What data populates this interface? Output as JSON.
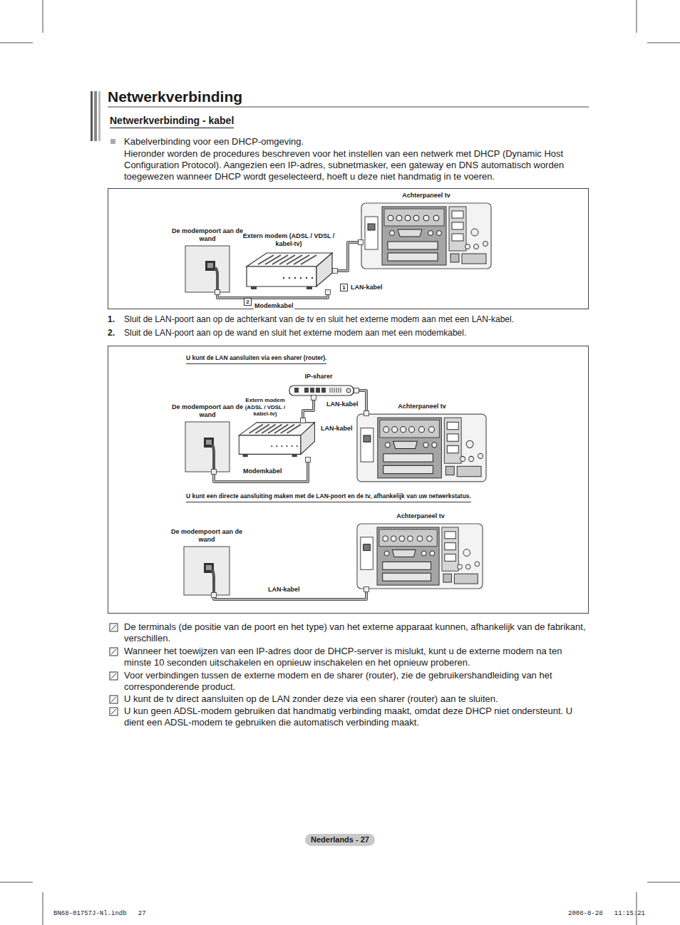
{
  "diagram": {
    "title": "Netwerkverbinding",
    "nodes": [
      {
        "text": [
          "De modempoort aan de wand"
        ]
      },
      {
        "text": [
          "Extern modem (ADSL / VDSL / kabel-tv)"
        ]
      },
      {
        "text": [
          "Achterpaneel tv"
        ]
      },
      {
        "text": [
          "De modempoort aan de wand"
        ]
      },
      {
        "text": [
          "Extern modem (ADSL / VDSL / kabel-tv)"
        ]
      },
      {
        "text": [
          "IP-sharer"
        ]
      },
      {
        "text": [
          "Achterpaneel tv"
        ]
      },
      {
        "text": [
          "De modempoort aan de wand"
        ]
      },
      {
        "text": [
          "Achterpaneel tv"
        ]
      }
    ],
    "edges": [
      {
        "from": 1,
        "to": 2,
        "label": "LAN-kabel",
        "arrow": "none"
      },
      {
        "from": 0,
        "to": 1,
        "label": "Modemkabel",
        "arrow": "none"
      },
      {
        "from": 3,
        "to": 4,
        "label": "Modemkabel",
        "arrow": "none"
      },
      {
        "from": 4,
        "to": 5,
        "label": "LAN-kabel",
        "arrow": "none"
      },
      {
        "from": 5,
        "to": 6,
        "label": "LAN-kabel",
        "arrow": "none"
      },
      {
        "from": 7,
        "to": 8,
        "label": "LAN-kabel",
        "arrow": "none"
      }
    ],
    "labels": [
      "Netwerkverbinding - kabel",
      "Kabelverbinding voor een DHCP-omgeving.",
      "Hieronder worden de procedures beschreven voor het instellen van een netwerk met DHCP (Dynamic Host Configuration Protocol). Aangezien een IP-adres, subnetmasker, een gateway en DNS automatisch worden toegewezen wanneer DHCP wordt geselecteerd, hoeft u deze niet handmatig in te voeren.",
      "1",
      "2",
      "1.",
      "Sluit de LAN-poort aan op de achterkant van de tv en sluit het externe modem aan met een LAN-kabel.",
      "2.",
      "Sluit de LAN-poort aan op de wand en sluit het externe modem aan met een modemkabel.",
      "U kunt de LAN aansluiten via een sharer (router).",
      "U kunt een directe aansluiting maken met de LAN-poort en de tv, afhankelijk van uw netwerkstatus.",
      "De terminals (de positie van de poort en het type) van het externe apparaat kunnen, afhankelijk van de fabrikant, verschillen.",
      "Wanneer het toewijzen van een IP-adres door de DHCP-server is mislukt, kunt u de externe modem na ten minste 10 seconden uitschakelen en opnieuw inschakelen en het opnieuw proberen.",
      "Voor verbindingen tussen de externe modem en de sharer (router), zie de gebruikershandleiding van het corresponderende product.",
      "U kunt de tv direct aansluiten op de LAN zonder deze via een sharer (router) aan te sluiten.",
      "U kun geen ADSL-modem gebruiken dat handmatig verbinding maakt, omdat deze DHCP niet ondersteunt. U dient een ADSL-modem te gebruiken die automatisch verbinding maakt.",
      "Nederlands - 27",
      "BN68-01757J-Nl.indb   27",
      "2008-8-28   11:15:21"
    ]
  }
}
